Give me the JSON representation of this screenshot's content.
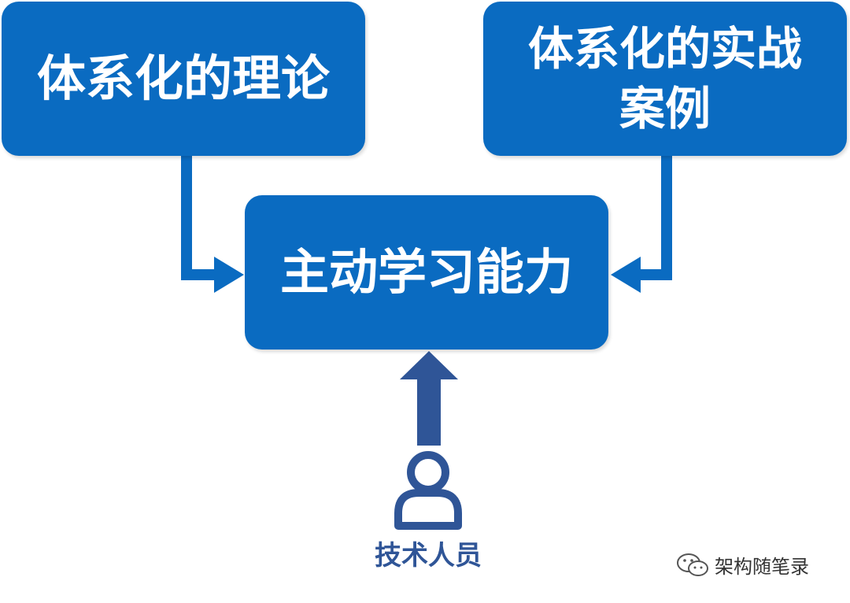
{
  "nodes": {
    "theory": "体系化的理论",
    "cases_line1": "体系化的实战",
    "cases_line2": "案例",
    "center": "主动学习能力",
    "person": "技术人员"
  },
  "watermark": "架构随笔录",
  "colors": {
    "box": "#0A6BC1",
    "person": "#2F5597"
  }
}
